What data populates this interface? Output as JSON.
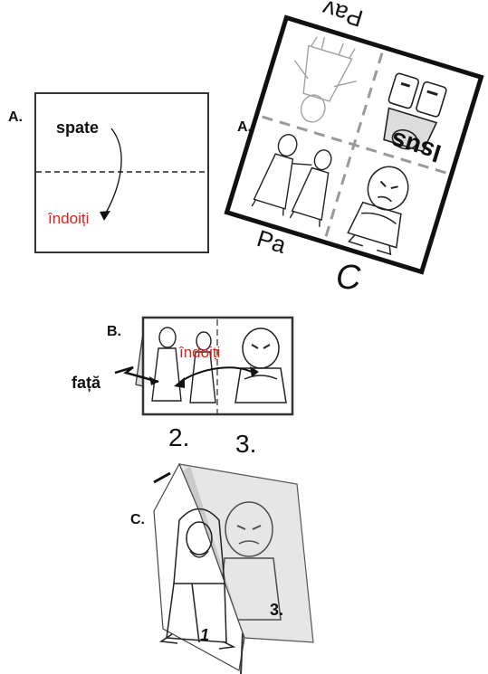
{
  "colors": {
    "ink": "#111111",
    "accent": "#e0201c",
    "dash": "#9a9a9a",
    "shade": "#bdbdbd"
  },
  "step_a": {
    "label": "A.",
    "back_word": "spate",
    "fold_word": "îndoiți"
  },
  "sheet": {
    "label": "A.",
    "top_text": "Pav",
    "jesus_text": "Isus",
    "bottom_text": "Pa",
    "corner_letter": "C"
  },
  "step_b": {
    "label": "B.",
    "fold_word": "îndoiți",
    "front_word": "față",
    "num_2": "2.",
    "num_3": "3."
  },
  "step_c": {
    "label": "C.",
    "num_1": "1",
    "num_3": "3."
  }
}
